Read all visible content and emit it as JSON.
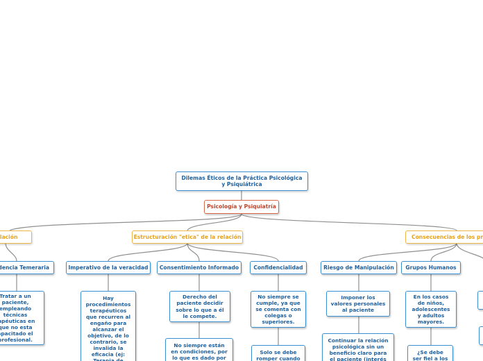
{
  "root": "Dilemas Éticos de la Práctica Psicológica y Psiquiátrica",
  "center": "Psicología y Psiquiatría",
  "branches": [
    {
      "label": "la relación"
    },
    {
      "label": "Estructuración \"etica\" de la relación"
    },
    {
      "label": "Consecuencias de los prob"
    }
  ],
  "subtopics": [
    {
      "label": "ndencia Temeraria"
    },
    {
      "label": "Imperativo de la veracidad"
    },
    {
      "label": "Consentimiento Informado"
    },
    {
      "label": "Confidencialidad"
    },
    {
      "label": "Riesgo de Manipulación"
    },
    {
      "label": "Grupos Humanos"
    }
  ],
  "leaves": [
    {
      "label": "Tratar a un\npaciente,\nempleando\ntécnicas\nrapéuticas en\nque no esta\napacitado el\nprofesional."
    },
    {
      "label": "Hay\nprocedimientos\nterapéuticos\nque recurren al\nengaño para\nalcanzar el\nobjetivo, de lo\ncontrario, se\ninvalida la\neficacia (ej:\nTerapia de"
    },
    {
      "label": "Derecho del\npaciente decidir\nsobre lo que a él\nle compete."
    },
    {
      "label": "No siempre están\nen condiciones, por\nlo que es dado por"
    },
    {
      "label": "No siempre se\ncumple, ya que\nse comenta con\ncolegas o\nsuperiores."
    },
    {
      "label": "Solo se debe\nromper cuando"
    },
    {
      "label": "Imponer los\nvalores personales\nal paciente"
    },
    {
      "label": "Continuar la relación\npsicológica sin un\nbeneficio claro para\nel paciente (interés"
    },
    {
      "label": "En los casos\nde niños,\nadolescentes\ny adultos\nmayores."
    },
    {
      "label": "¿Se debe\nser fiel a los"
    },
    {
      "label": ""
    },
    {
      "label": ""
    }
  ]
}
